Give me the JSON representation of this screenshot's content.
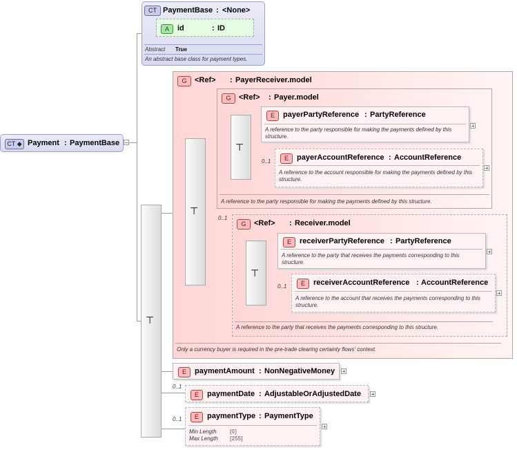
{
  "root": {
    "tag": "CT",
    "name": "Payment",
    "sep": ":",
    "type": "PaymentBase"
  },
  "base": {
    "tag": "CT",
    "name": "PaymentBase",
    "sep": ":",
    "type": "<None>",
    "attr": {
      "tag": "A",
      "name": "id",
      "sep": ":",
      "type": "ID"
    },
    "abstract_label": "Abstract",
    "abstract_value": "True",
    "desc": "An abstract base class for payment types."
  },
  "payer_receiver": {
    "tag": "G",
    "ref": "<Ref>",
    "sep": ":",
    "name": "PayerReceiver.model",
    "desc": "Only a currency buyer is required in the pre-trade clearing certainty flows' context."
  },
  "payer": {
    "tag": "G",
    "ref": "<Ref>",
    "sep": ":",
    "name": "Payer.model",
    "desc": "A reference to the party responsible for making the payments defined by this structure.",
    "party": {
      "tag": "E",
      "name": "payerPartyReference",
      "sep": ":",
      "type": "PartyReference",
      "desc": "A reference to the party responsible for making the payments defined by this structure."
    },
    "account": {
      "tag": "E",
      "occ": "0..1",
      "name": "payerAccountReference",
      "sep": ":",
      "type": "AccountReference",
      "desc": "A reference to the account responsible for making the payments defined by this structure."
    }
  },
  "receiver": {
    "tag": "G",
    "occ": "0..1",
    "ref": "<Ref>",
    "sep": ":",
    "name": "Receiver.model",
    "desc": "A reference to the party that receives the payments corresponding to this structure.",
    "party": {
      "tag": "E",
      "name": "receiverPartyReference",
      "sep": ":",
      "type": "PartyReference",
      "desc": "A reference to the party that receives the payments corresponding to this structure."
    },
    "account": {
      "tag": "E",
      "occ": "0..1",
      "name": "receiverAccountReference",
      "sep": ":",
      "type": "AccountReference",
      "desc": "A reference to the account that receives the payments corresponding to this structure."
    }
  },
  "payment_amount": {
    "tag": "E",
    "name": "paymentAmount",
    "sep": ":",
    "type": "NonNegativeMoney"
  },
  "payment_date": {
    "tag": "E",
    "occ": "0..1",
    "name": "paymentDate",
    "sep": ":",
    "type": "AdjustableOrAdjustedDate"
  },
  "payment_type": {
    "tag": "E",
    "occ": "0..1",
    "name": "paymentType",
    "sep": ":",
    "type": "PaymentType",
    "min_label": "Min Length",
    "min_value": "[0]",
    "max_label": "Max Length",
    "max_value": "[255]"
  }
}
